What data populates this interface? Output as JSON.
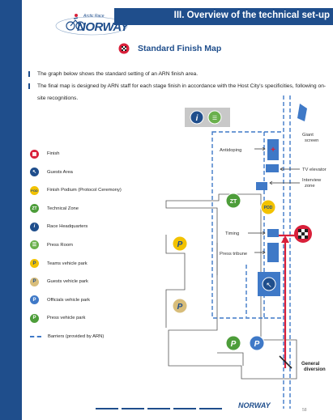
{
  "header": {
    "section_title": "III. Overview of the technical set-up"
  },
  "logo": {
    "subtitle": "Arctic Race",
    "name": "NORWAY"
  },
  "page_title": "Standard Finish Map",
  "bullets": [
    "The graph below shows the standard setting of an ARN finish area.",
    "The final map is designed by ARN staff for each stage finish in accordance with the Host City's specificities, following on-site recognitions."
  ],
  "legend": [
    {
      "icon": "checkered-flag-icon",
      "label": "Finish",
      "color": "#d9203a"
    },
    {
      "icon": "guests-area-icon",
      "label": "Guests Area",
      "color": "#1f4e8c"
    },
    {
      "icon": "pod-icon",
      "label": "Finish Podium (Protocol Ceremony)",
      "color": "#f2c200"
    },
    {
      "icon": "technical-zone-icon",
      "label": "Technical Zone",
      "color": "#4d9d3a"
    },
    {
      "icon": "info-icon",
      "label": "Race Headquarters",
      "color": "#1f4e8c"
    },
    {
      "icon": "press-room-icon",
      "label": "Press Room",
      "color": "#6ab04c"
    },
    {
      "icon": "parking-icon",
      "label": "Teams vehicle park",
      "color": "#f2c200"
    },
    {
      "icon": "parking-icon",
      "label": "Guests vehicle park",
      "color": "#d8bd7a"
    },
    {
      "icon": "parking-icon",
      "label": "Officials vehicle park",
      "color": "#3f79c7"
    },
    {
      "icon": "parking-icon",
      "label": "Press vehicle park",
      "color": "#4d9d3a"
    },
    {
      "icon": "barrier-icon",
      "label": "Barriers (provided by ARN)",
      "color": "#3f79c7"
    }
  ],
  "map_labels": {
    "antidoping": "Antidoping",
    "giant_screen": "Giant screen",
    "tv_elevator": "TV elevator",
    "interview_zone": "Interview zone",
    "timing": "Timing",
    "press_tribune": "Press tribune",
    "general_diversion": "General diversion",
    "technical_zone": "ZT",
    "podium": "POD",
    "parking": "P"
  },
  "footer": {
    "page_number": "58"
  }
}
